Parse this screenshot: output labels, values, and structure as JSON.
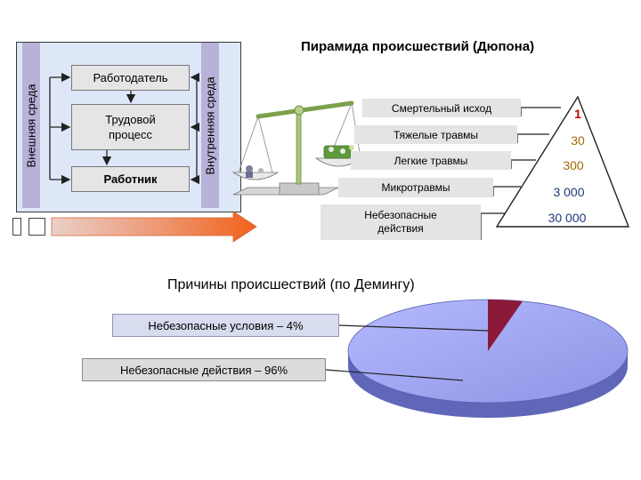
{
  "system": {
    "external_environment": "Внешняя среда",
    "internal_environment": "Внутренняя среда",
    "employer": "Работодатель",
    "labor_process": [
      "Трудовой",
      "процесс"
    ],
    "worker": "Работник"
  },
  "dupont": {
    "title": "Пирамида происшествий (Дюпона)",
    "levels": [
      {
        "label": "Смертельный исход",
        "count": "1"
      },
      {
        "label": "Тяжелые травмы",
        "count": "30"
      },
      {
        "label": "Легкие травмы",
        "count": "300"
      },
      {
        "label": "Микротравмы",
        "count": "3 000"
      },
      {
        "label": [
          "Небезопасные",
          "действия"
        ],
        "count": "30 000"
      }
    ]
  },
  "deming": {
    "title": "Причины происшествий (по Демингу)",
    "unsafe_conditions": "Небезопасные условия – 4%",
    "unsafe_actions": "Небезопасные действия – 96%"
  },
  "chart_data": {
    "type": "pie",
    "categories": [
      "Небезопасные условия",
      "Небезопасные действия"
    ],
    "values": [
      4,
      96
    ],
    "unit": "%",
    "colors": [
      "#8b1a3a",
      "#9aa1e8"
    ]
  },
  "colors": {
    "frame_fill": "#dde7f8",
    "env_label": "#b9b2d8",
    "node_fill": "#e5e5e5",
    "arrow_start": "#e8a08e",
    "arrow_end": "#f06a1e",
    "fatal": "#c00000",
    "mid": "#a36a00",
    "low": "#1f3a7a"
  }
}
